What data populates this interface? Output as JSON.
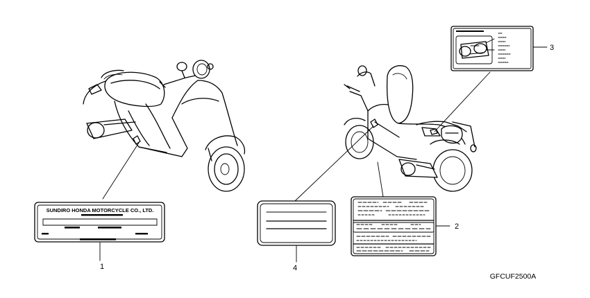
{
  "diagram": {
    "part_code": "GFCUF2500A",
    "callouts": [
      {
        "id": "1",
        "label": "1"
      },
      {
        "id": "2",
        "label": "2"
      },
      {
        "id": "3",
        "label": "3"
      },
      {
        "id": "4",
        "label": "4"
      }
    ],
    "plate_1": {
      "header_text": "SUNDIRO HONDA MOTORCYCLE CO., LTD."
    }
  }
}
